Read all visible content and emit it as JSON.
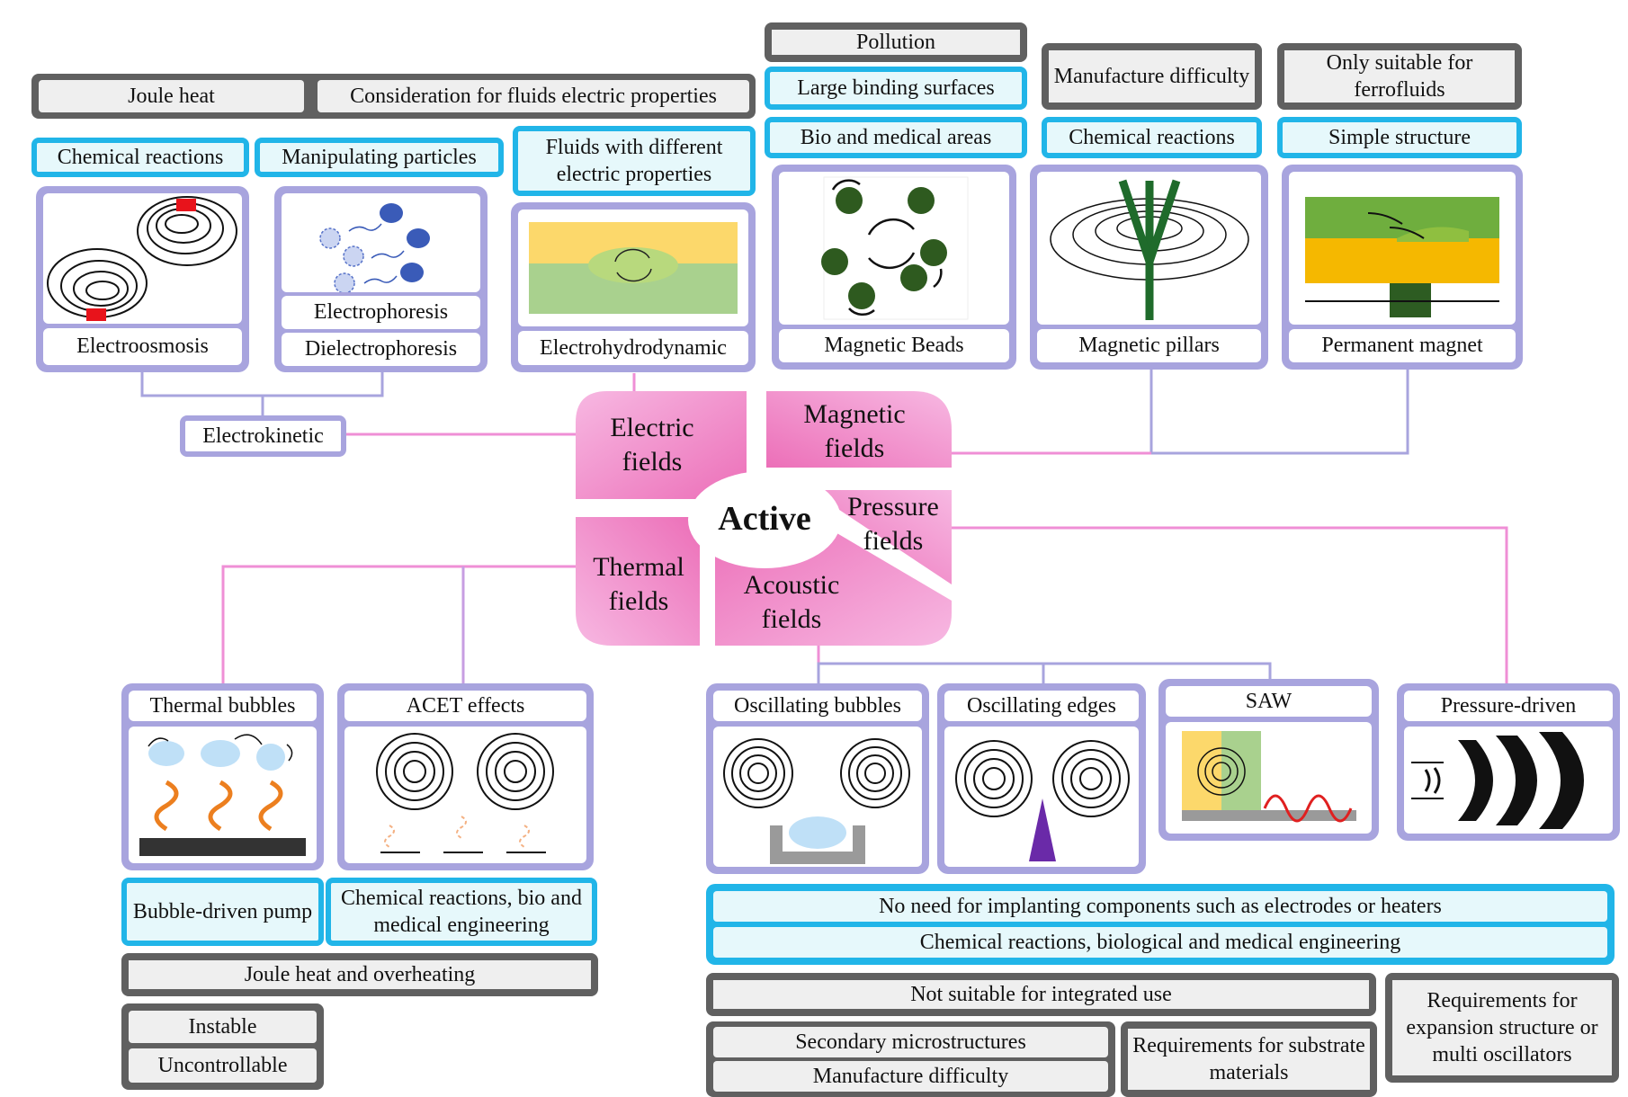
{
  "center": {
    "active": "Active",
    "electric": "Electric fields",
    "magnetic": "Magnetic fields",
    "pressure": "Pressure fields",
    "thermal": "Thermal fields",
    "acoustic": "Acoustic fields"
  },
  "electric": {
    "cons": [
      "Joule heat",
      "Consideration for fluids electric properties"
    ],
    "pros": [
      "Chemical reactions",
      "Manipulating particles",
      "Fluids with different electric properties"
    ],
    "methods": [
      "Electroosmosis",
      "Electrophoresis",
      "Dielectrophoresis",
      "Electrohydrodynamic"
    ],
    "group": "Electrokinetic"
  },
  "magnetic": {
    "cons": [
      "Pollution",
      "Manufacture difficulty",
      "Only suitable for ferrofluids"
    ],
    "pros": [
      "Large binding surfaces",
      "Bio and medical areas",
      "Chemical reactions",
      "Simple structure"
    ],
    "methods": [
      "Magnetic Beads",
      "Magnetic pillars",
      "Permanent magnet"
    ]
  },
  "thermal": {
    "methods": [
      "Thermal bubbles",
      "ACET effects"
    ],
    "pros": [
      "Bubble-driven pump",
      "Chemical reactions, bio and medical engineering"
    ],
    "cons": [
      "Joule heat and overheating",
      "Instable",
      "Uncontrollable"
    ]
  },
  "acoustic": {
    "methods": [
      "Oscillating bubbles",
      "Oscillating edges",
      "SAW"
    ],
    "pros": [
      "No need for implanting components such as electrodes or heaters",
      "Chemical reactions, biological and medical engineering"
    ],
    "cons": [
      "Not suitable for integrated use",
      "Secondary microstructures",
      "Manufacture difficulty",
      "Requirements for substrate materials",
      "Requirements for expansion structure or multi oscillators"
    ]
  },
  "pressure": {
    "methods": [
      "Pressure-driven"
    ]
  },
  "colors": {
    "gray_border": "#606060",
    "blue_border": "#21b5e8",
    "panel": "#a8a4de",
    "pink": "#f07cc0",
    "connector_blue": "#a8a4de",
    "connector_pink": "#ef8fd6"
  }
}
